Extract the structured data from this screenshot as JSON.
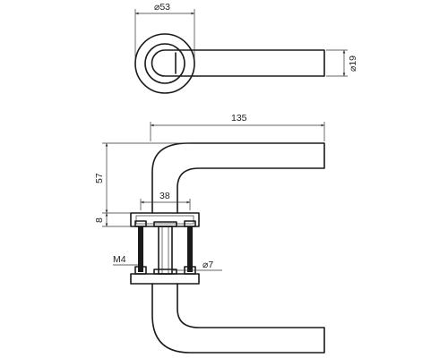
{
  "dimensions": {
    "rose_diameter": "53",
    "lever_diameter": "19",
    "lever_length": "135",
    "lever_height": "57",
    "rose_thickness": "8",
    "bolt_spacing": "38",
    "spindle_diameter": "7",
    "screw_thread": "M4"
  },
  "symbols": {
    "diameter": "⌀"
  }
}
